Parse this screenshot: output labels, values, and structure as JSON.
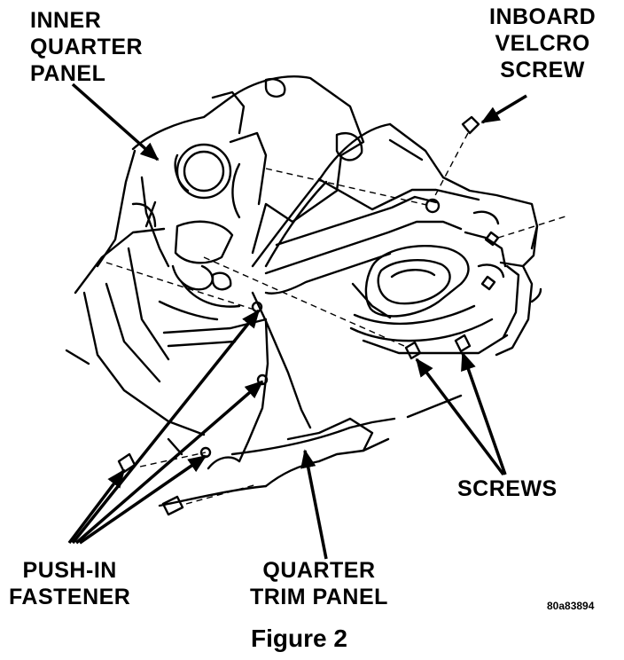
{
  "labels": {
    "inner_quarter_panel": [
      "INNER",
      "QUARTER",
      "PANEL"
    ],
    "inboard_velcro_screw": [
      "INBOARD",
      "VELCRO",
      "SCREW"
    ],
    "screws": "SCREWS",
    "push_in_fastener": [
      "PUSH-IN",
      "FASTENER"
    ],
    "quarter_trim_panel": [
      "QUARTER",
      "TRIM PANEL"
    ]
  },
  "reference_code": "80a83894",
  "caption": "Figure 2",
  "colors": {
    "ink": "#000000",
    "paper": "#ffffff"
  }
}
